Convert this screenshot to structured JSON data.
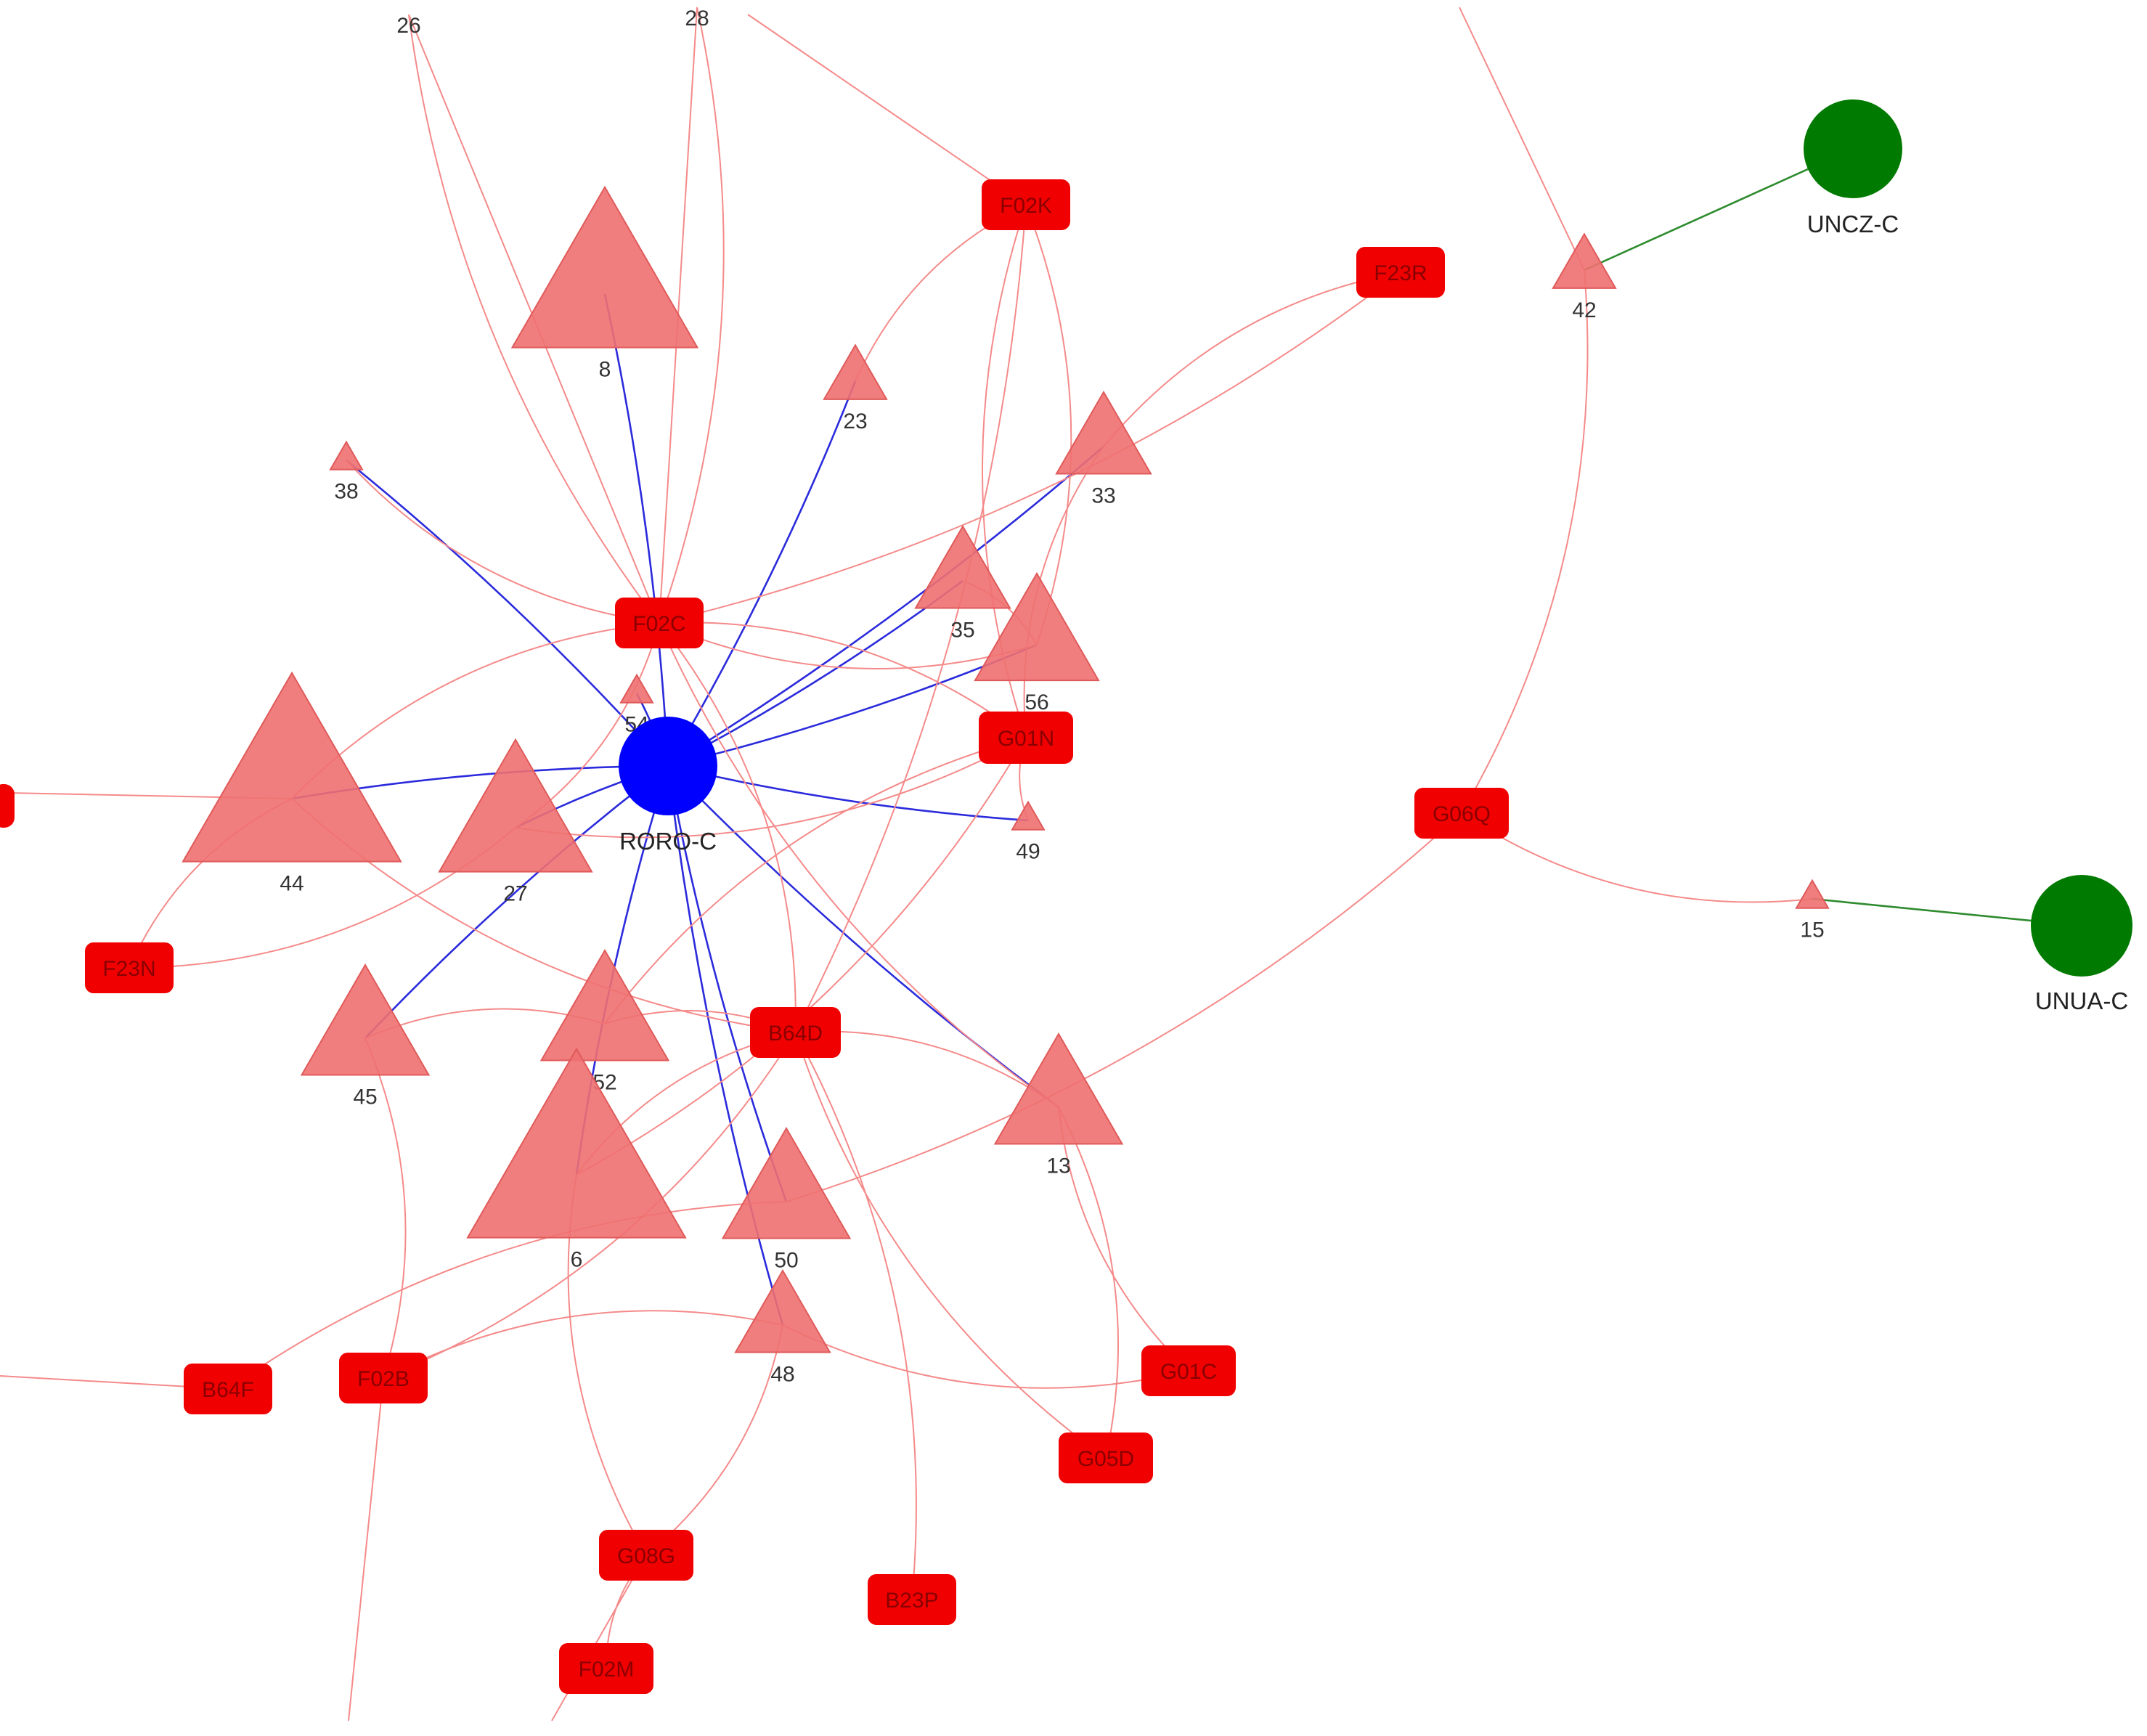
{
  "colors": {
    "background": "#ffffff",
    "edge_red": "#f58a8a",
    "edge_blue": "#2b2bdc",
    "edge_green": "#2e8b2e",
    "triangle_fill": "#f07070",
    "triangle_stroke": "#e05a5a",
    "code_fill": "#f00000",
    "code_text": "#8a0000",
    "hub_blue": "#0000ff",
    "cluster_green": "#007a00"
  },
  "hub": {
    "id": "RORO-C",
    "label": "RORO-C"
  },
  "clusters": [
    {
      "id": "UNCZ-C",
      "label": "UNCZ-C"
    },
    {
      "id": "UNUA-C",
      "label": "UNUA-C"
    }
  ],
  "triangles": [
    {
      "id": "26",
      "label": "26"
    },
    {
      "id": "28",
      "label": "28"
    },
    {
      "id": "8",
      "label": "8"
    },
    {
      "id": "23",
      "label": "23"
    },
    {
      "id": "38",
      "label": "38"
    },
    {
      "id": "33",
      "label": "33"
    },
    {
      "id": "35",
      "label": "35"
    },
    {
      "id": "56",
      "label": "56"
    },
    {
      "id": "54",
      "label": "54"
    },
    {
      "id": "44",
      "label": "44"
    },
    {
      "id": "27",
      "label": "27"
    },
    {
      "id": "49",
      "label": "49"
    },
    {
      "id": "45",
      "label": "45"
    },
    {
      "id": "52",
      "label": "52"
    },
    {
      "id": "13",
      "label": "13"
    },
    {
      "id": "6",
      "label": "6"
    },
    {
      "id": "50",
      "label": "50"
    },
    {
      "id": "48",
      "label": "48"
    },
    {
      "id": "42",
      "label": "42"
    },
    {
      "id": "15",
      "label": "15"
    }
  ],
  "codes": [
    {
      "id": "F02K",
      "label": "F02K"
    },
    {
      "id": "F23R",
      "label": "F23R"
    },
    {
      "id": "F02C",
      "label": "F02C"
    },
    {
      "id": "G01N",
      "label": "G01N"
    },
    {
      "id": "G06Q",
      "label": "G06Q"
    },
    {
      "id": "F23N",
      "label": "F23N"
    },
    {
      "id": "B64D",
      "label": "B64D"
    },
    {
      "id": "G01C",
      "label": "G01C"
    },
    {
      "id": "G05D",
      "label": "G05D"
    },
    {
      "id": "B64F",
      "label": "B64F"
    },
    {
      "id": "F02B",
      "label": "F02B"
    },
    {
      "id": "G08G",
      "label": "G08G"
    },
    {
      "id": "B23P",
      "label": "B23P"
    },
    {
      "id": "F02M",
      "label": "F02M"
    }
  ],
  "edges": [
    {
      "from": "RORO-C",
      "to": "8",
      "type": "blue"
    },
    {
      "from": "RORO-C",
      "to": "38",
      "type": "blue"
    },
    {
      "from": "RORO-C",
      "to": "23",
      "type": "blue"
    },
    {
      "from": "RORO-C",
      "to": "33",
      "type": "blue"
    },
    {
      "from": "RORO-C",
      "to": "35",
      "type": "blue"
    },
    {
      "from": "RORO-C",
      "to": "56",
      "type": "blue"
    },
    {
      "from": "RORO-C",
      "to": "54",
      "type": "blue"
    },
    {
      "from": "RORO-C",
      "to": "44",
      "type": "blue"
    },
    {
      "from": "RORO-C",
      "to": "27",
      "type": "blue"
    },
    {
      "from": "RORO-C",
      "to": "49",
      "type": "blue"
    },
    {
      "from": "RORO-C",
      "to": "45",
      "type": "blue"
    },
    {
      "from": "RORO-C",
      "to": "13",
      "type": "blue"
    },
    {
      "from": "RORO-C",
      "to": "6",
      "type": "blue"
    },
    {
      "from": "RORO-C",
      "to": "50",
      "type": "blue"
    },
    {
      "from": "RORO-C",
      "to": "48",
      "type": "blue"
    },
    {
      "from": "42",
      "to": "UNCZ-C",
      "type": "green"
    },
    {
      "from": "15",
      "to": "UNUA-C",
      "type": "green"
    },
    {
      "from": "26",
      "to": "F02C",
      "type": "red"
    },
    {
      "from": "28",
      "to": "F02C",
      "type": "red"
    },
    {
      "from": "F02K",
      "to": "23",
      "type": "red"
    },
    {
      "from": "F02K",
      "to": "B64D",
      "type": "red"
    },
    {
      "from": "F02K",
      "to": "G01N",
      "type": "red"
    },
    {
      "from": "F02K",
      "to": "56",
      "type": "red"
    },
    {
      "from": "F23R",
      "to": "33",
      "type": "red"
    },
    {
      "from": "F23R",
      "to": "F02C",
      "type": "red"
    },
    {
      "from": "38",
      "to": "F02C",
      "type": "red"
    },
    {
      "from": "F02C",
      "to": "G01N",
      "type": "red"
    },
    {
      "from": "F02C",
      "to": "44",
      "type": "red"
    },
    {
      "from": "F02C",
      "to": "27",
      "type": "red"
    },
    {
      "from": "F02C",
      "to": "13",
      "type": "red"
    },
    {
      "from": "F02C",
      "to": "B64D",
      "type": "red"
    },
    {
      "from": "F02C",
      "to": "56",
      "type": "red"
    },
    {
      "from": "G01N",
      "to": "27",
      "type": "red"
    },
    {
      "from": "G01N",
      "to": "52",
      "type": "red"
    },
    {
      "from": "G01N",
      "to": "6",
      "type": "red"
    },
    {
      "from": "G01N",
      "to": "49",
      "type": "red"
    },
    {
      "from": "42",
      "to": "G06Q",
      "type": "red"
    },
    {
      "from": "G06Q",
      "to": "15",
      "type": "red"
    },
    {
      "from": "G06Q",
      "to": "50",
      "type": "red"
    },
    {
      "from": "F23N",
      "to": "27",
      "type": "red"
    },
    {
      "from": "B64D",
      "to": "44",
      "type": "red"
    },
    {
      "from": "B64D",
      "to": "52",
      "type": "red"
    },
    {
      "from": "B64D",
      "to": "13",
      "type": "red"
    },
    {
      "from": "B64D",
      "to": "6",
      "type": "red"
    },
    {
      "from": "B64D",
      "to": "B23P",
      "type": "red"
    },
    {
      "from": "B64D",
      "to": "G05D",
      "type": "red"
    },
    {
      "from": "B64D",
      "to": "F02B",
      "type": "red"
    },
    {
      "from": "13",
      "to": "G01C",
      "type": "red"
    },
    {
      "from": "13",
      "to": "G05D",
      "type": "red"
    },
    {
      "from": "48",
      "to": "G01C",
      "type": "red"
    },
    {
      "from": "48",
      "to": "G08G",
      "type": "red"
    },
    {
      "from": "48",
      "to": "F02B",
      "type": "red"
    },
    {
      "from": "B64F",
      "to": "50",
      "type": "red"
    },
    {
      "from": "F02B",
      "to": "45",
      "type": "red"
    },
    {
      "from": "G08G",
      "to": "6",
      "type": "red"
    },
    {
      "from": "G08G",
      "to": "F02M",
      "type": "red"
    },
    {
      "from": "45",
      "to": "52",
      "type": "red"
    },
    {
      "from": "44",
      "to": "F23N",
      "type": "red"
    },
    {
      "from": "35",
      "to": "56",
      "type": "red"
    },
    {
      "from": "33",
      "to": "G01N",
      "type": "red"
    }
  ]
}
